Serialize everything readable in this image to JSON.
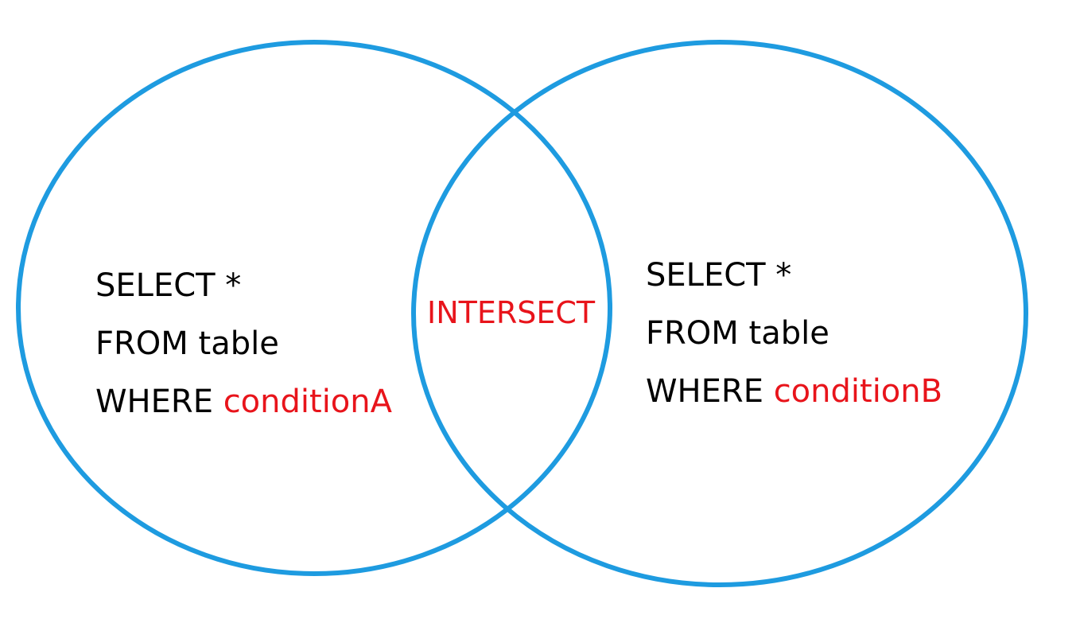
{
  "colors": {
    "circle_stroke": "#1e9be0",
    "keyword_text": "#000000",
    "highlight_text": "#e8141b"
  },
  "left_set": {
    "select_line": "SELECT *",
    "from_line": "FROM table",
    "where_keyword": "WHERE",
    "condition": "conditionA"
  },
  "right_set": {
    "select_line": "SELECT *",
    "from_line": "FROM table",
    "where_keyword": "WHERE",
    "condition": "conditionB"
  },
  "intersection": {
    "label": "INTERSECT"
  }
}
